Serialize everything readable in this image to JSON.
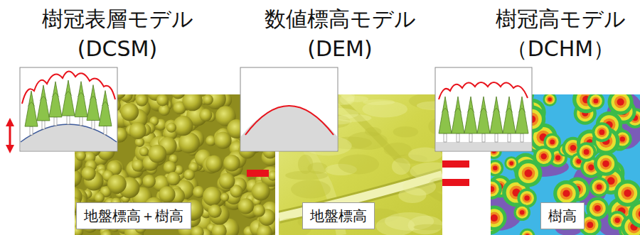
{
  "diagram": {
    "nodes": [
      {
        "text": [
          "樹冠表層モデル (DCSM)"
        ]
      },
      {
        "text": [
          "地盤標高＋樹高"
        ],
        "in": 0
      },
      {
        "text": [
          "数値標高モデル (DEM)"
        ]
      },
      {
        "text": [
          "地盤標高"
        ],
        "in": 2
      },
      {
        "text": [
          "樹冠高モデル （DCHM）"
        ]
      },
      {
        "text": [
          "樹高"
        ],
        "in": 4
      }
    ]
  }
}
